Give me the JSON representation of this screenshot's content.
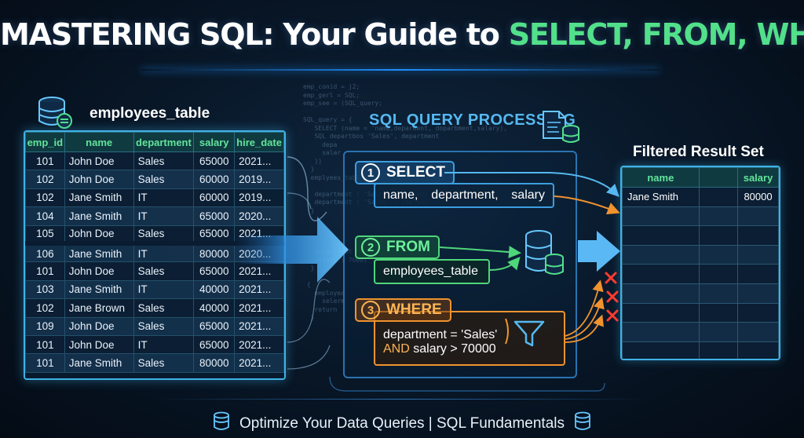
{
  "title": {
    "prefix": "MASTERING SQL: Your Guide to ",
    "highlight": "SELECT, FROM, WHERE"
  },
  "code_backdrop": [
    "emp_conid = j2;",
    "emp_gerl = SQL;",
    "emp_see = (SQL_query;",
    "",
    "SQL_query = {",
    "   SELECT (name = 'name,deparment, doparbment,salary),",
    "   SQL departbos 'Sales', department",
    "     depa",
    "     salar",
    "   ))",
    "  }",
    "  emplyees_tabl",
    "",
    "   department : 'Sales' : (salen)",
    "   department : 'Sales' : (salen)",
    "  }",
    "",
    "",
    "",
    "",
    "   department",
    "   salary : 7000)",
    "  }",
    "",
    " {",
    "   employea",
    "     selerm",
    "   return",
    "  }"
  ],
  "employees_table": {
    "title": "employees_table",
    "columns": [
      "emp_id",
      "name",
      "department",
      "salary",
      "hire_date"
    ],
    "rows": [
      [
        "101",
        "John Doe",
        "Sales",
        "65000",
        "2021..."
      ],
      [
        "102",
        "John Doe",
        "Sales",
        "60000",
        "2019..."
      ],
      [
        "102",
        "Jane Smith",
        "IT",
        "60000",
        "2019..."
      ],
      [
        "104",
        "Jane Smith",
        "IT",
        "65000",
        "2020..."
      ],
      [
        "105",
        "John Doe",
        "Sales",
        "65000",
        "2021..."
      ],
      [
        "106",
        "Jane Smith",
        "IT",
        "80000",
        "2020..."
      ],
      [
        "101",
        "John Doe",
        "Sales",
        "65000",
        "2021..."
      ],
      [
        "103",
        "Jane Smith",
        "IT",
        "40000",
        "2021..."
      ],
      [
        "102",
        "Jane Brown",
        "Sales",
        "40000",
        "2021..."
      ],
      [
        "109",
        "John Doe",
        "Sales",
        "65000",
        "2021..."
      ],
      [
        "101",
        "John Doe",
        "IT",
        "65000",
        "2021..."
      ],
      [
        "101",
        "Jane Smith",
        "Sales",
        "80000",
        "2021..."
      ]
    ]
  },
  "processing": {
    "title": "SQL QUERY PROCESSING",
    "select": {
      "num": "1",
      "label": "SELECT",
      "cols": [
        "name,",
        "department,",
        "salary"
      ]
    },
    "from": {
      "num": "2",
      "label": "FROM",
      "table": "employees_table"
    },
    "where": {
      "num": "3",
      "label": "WHERE",
      "line1": "department = 'Sales'",
      "and_kw": "AND",
      "line2": "salary > 70000"
    }
  },
  "result": {
    "title": "Filtered Result Set",
    "columns": [
      "name",
      "",
      "salary"
    ],
    "rows": [
      [
        "Jane Smith",
        "",
        "80000"
      ],
      [
        "",
        "",
        ""
      ],
      [
        "",
        "",
        ""
      ],
      [
        "",
        "",
        ""
      ],
      [
        "",
        "",
        ""
      ],
      [
        "",
        "",
        ""
      ],
      [
        "",
        "",
        ""
      ],
      [
        "",
        "",
        ""
      ],
      [
        "",
        "",
        ""
      ]
    ]
  },
  "footer": {
    "text": "Optimize Your Data Queries | SQL Fundamentals"
  },
  "colors": {
    "select": "#3d9ee0",
    "from": "#4fd57a",
    "where": "#f0932e",
    "reject": "#ff3b30",
    "accent": "#52e08a",
    "border": "#3fb1e6"
  },
  "icons": [
    "database-icon",
    "document-database-icon",
    "database-stack-icon",
    "funnel-icon",
    "reject-x-icon"
  ]
}
